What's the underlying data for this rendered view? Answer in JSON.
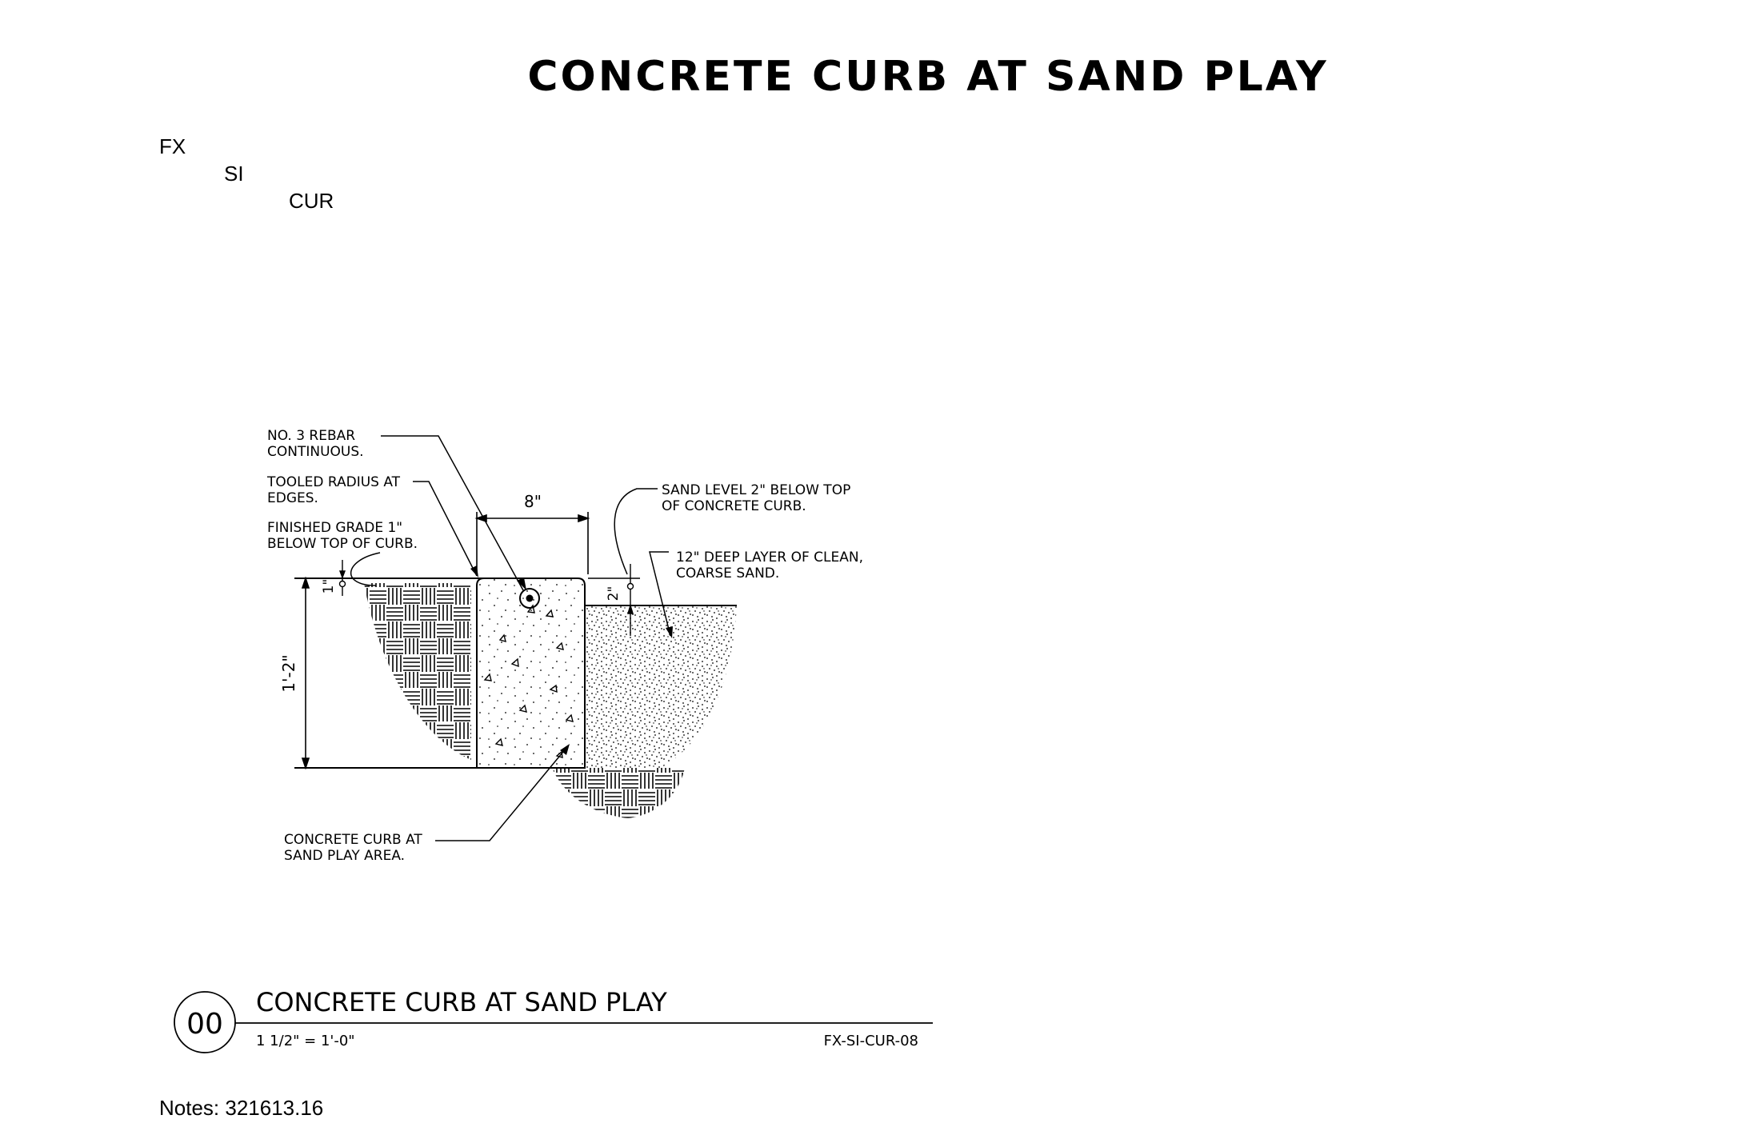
{
  "sheet_title": "CONCRETE CURB AT SAND PLAY",
  "code_hierarchy": [
    "FX",
    "SI",
    "CUR"
  ],
  "callouts": {
    "rebar": [
      "NO. 3 REBAR",
      "CONTINUOUS."
    ],
    "tooled_radius": [
      "TOOLED RADIUS AT",
      "EDGES."
    ],
    "finished_grade": [
      "FINISHED GRADE 1\"",
      "BELOW TOP OF CURB."
    ],
    "sand_level": [
      "SAND LEVEL 2\" BELOW TOP",
      "OF CONCRETE CURB."
    ],
    "sand_layer": [
      "12\" DEEP LAYER OF CLEAN,",
      "COARSE SAND."
    ],
    "curb": [
      "CONCRETE CURB AT",
      "SAND PLAY AREA."
    ]
  },
  "dimensions": {
    "width": "8\"",
    "height": "1'-2\"",
    "grade_offset": "1\"",
    "sand_offset": "2\""
  },
  "title_block": {
    "detail_number": "00",
    "title": "CONCRETE CURB AT SAND PLAY",
    "scale": "1 1/2\" = 1'-0\"",
    "detail_code": "FX-SI-CUR-08"
  },
  "notes": "Notes: 321613.16"
}
